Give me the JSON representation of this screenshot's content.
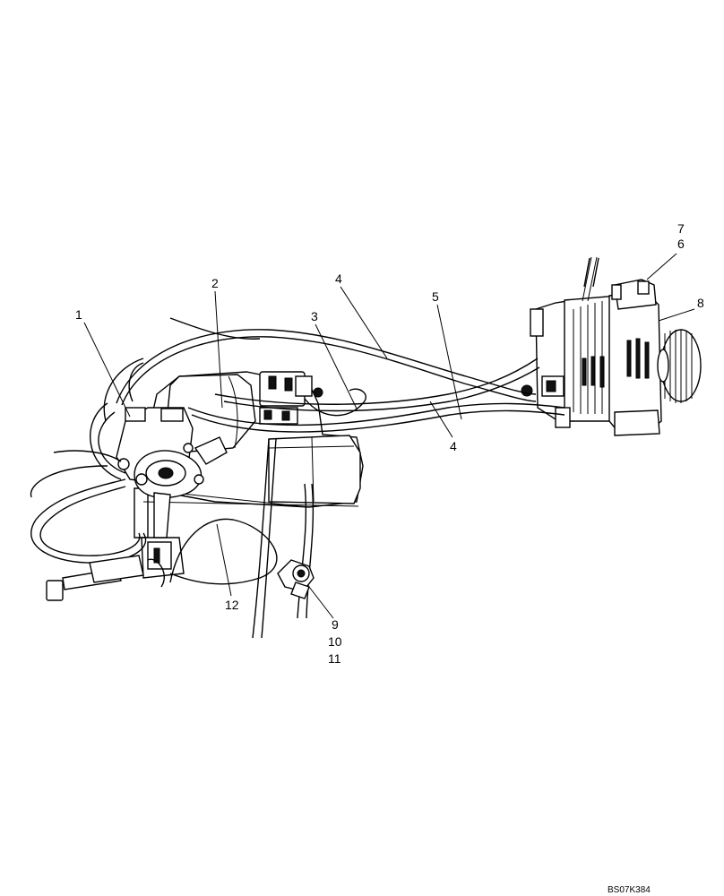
{
  "callouts": {
    "c1": "1",
    "c2": "2",
    "c3": "3",
    "c4a": "4",
    "c4b": "4",
    "c5": "5",
    "c6": "6",
    "c7": "7",
    "c8": "8",
    "c9": "9",
    "c10": "10",
    "c11": "11",
    "c12": "12"
  },
  "drawing_code": "BS07K384"
}
